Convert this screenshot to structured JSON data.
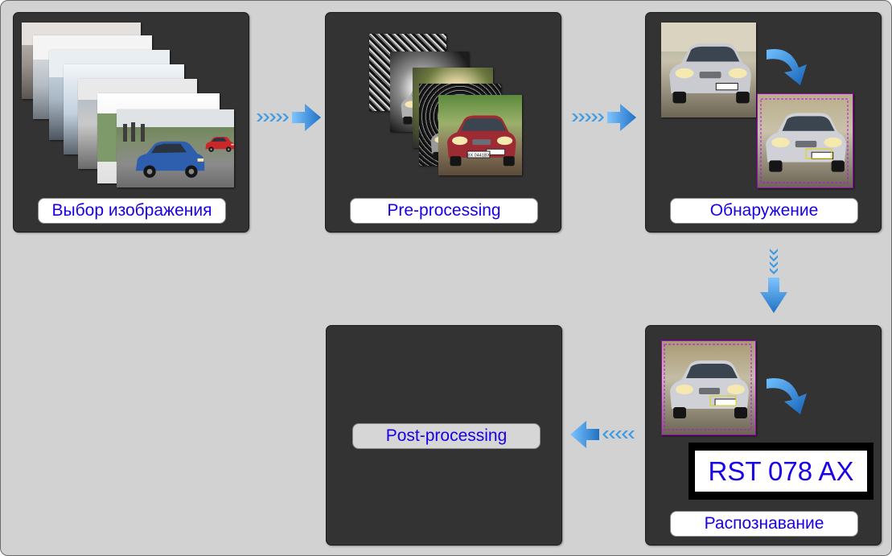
{
  "stages": {
    "select": {
      "label": "Выбор изображения",
      "icon": "photo-stack-icon"
    },
    "preprocess": {
      "label": "Pre-processing",
      "icon": "processed-photo-stack-icon"
    },
    "detect": {
      "label": "Обнаружение",
      "icon": "car-detection-icon"
    },
    "recognize": {
      "label": "Распознавание",
      "icon": "plate-recognition-icon"
    },
    "postprocess": {
      "label": "Post-processing"
    }
  },
  "plate_text": "RST 078 AX",
  "photo_plate_1": "BX 0441BX",
  "colors": {
    "background": "#d2d2d2",
    "panel": "#333333",
    "label_text": "#1a00e6",
    "arrow": "#2f8fd8"
  }
}
